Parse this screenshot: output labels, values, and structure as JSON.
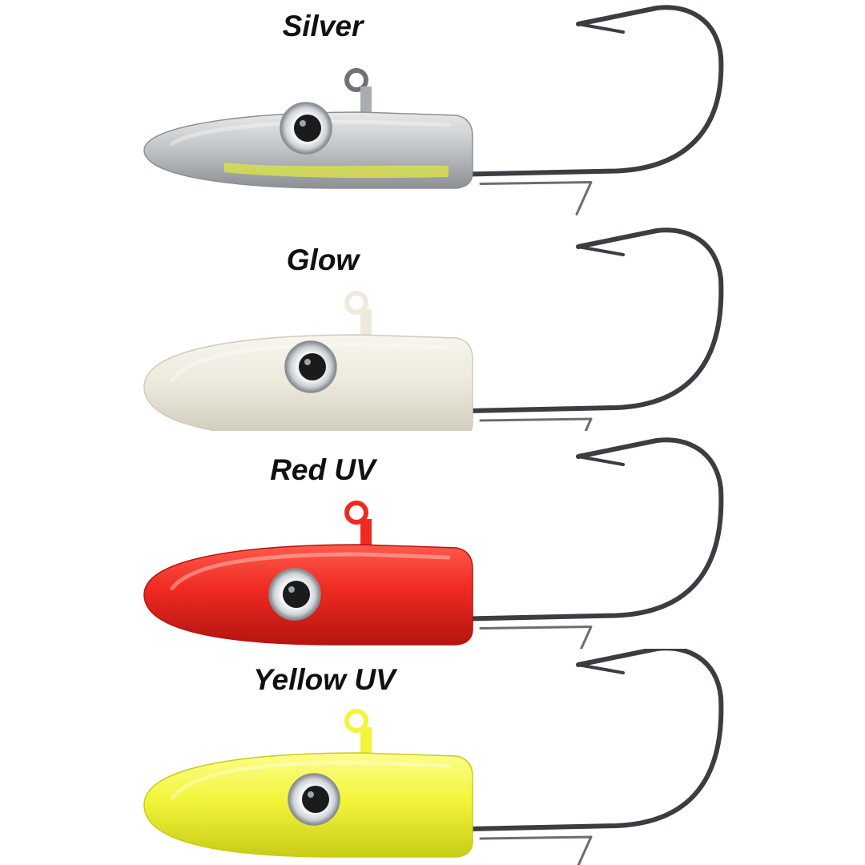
{
  "variants": [
    {
      "label": "Silver",
      "body_color": "#c4c7c9",
      "body_shade": "#8c9094",
      "body_highlight": "#e6e8ea",
      "belly_accent": "#d9e24a",
      "eye_ring_color": "#cfd3d6"
    },
    {
      "label": "Glow",
      "body_color": "#ede9dc",
      "body_shade": "#cfcbbb",
      "body_highlight": "#f7f5ee",
      "belly_accent": "",
      "eye_ring_color": "#c9cdd1"
    },
    {
      "label": "Red UV",
      "body_color": "#ee2a22",
      "body_shade": "#b51410",
      "body_highlight": "#ff5a4c",
      "belly_accent": "",
      "eye_ring_color": "#cfd3d6"
    },
    {
      "label": "Yellow UV",
      "body_color": "#f2f53a",
      "body_shade": "#c7cc16",
      "body_highlight": "#fbfd8c",
      "belly_accent": "",
      "eye_ring_color": "#cfd3d6"
    }
  ],
  "colors": {
    "background": "#ffffff",
    "hook_steel": "#3b3d42",
    "text": "#111111"
  }
}
